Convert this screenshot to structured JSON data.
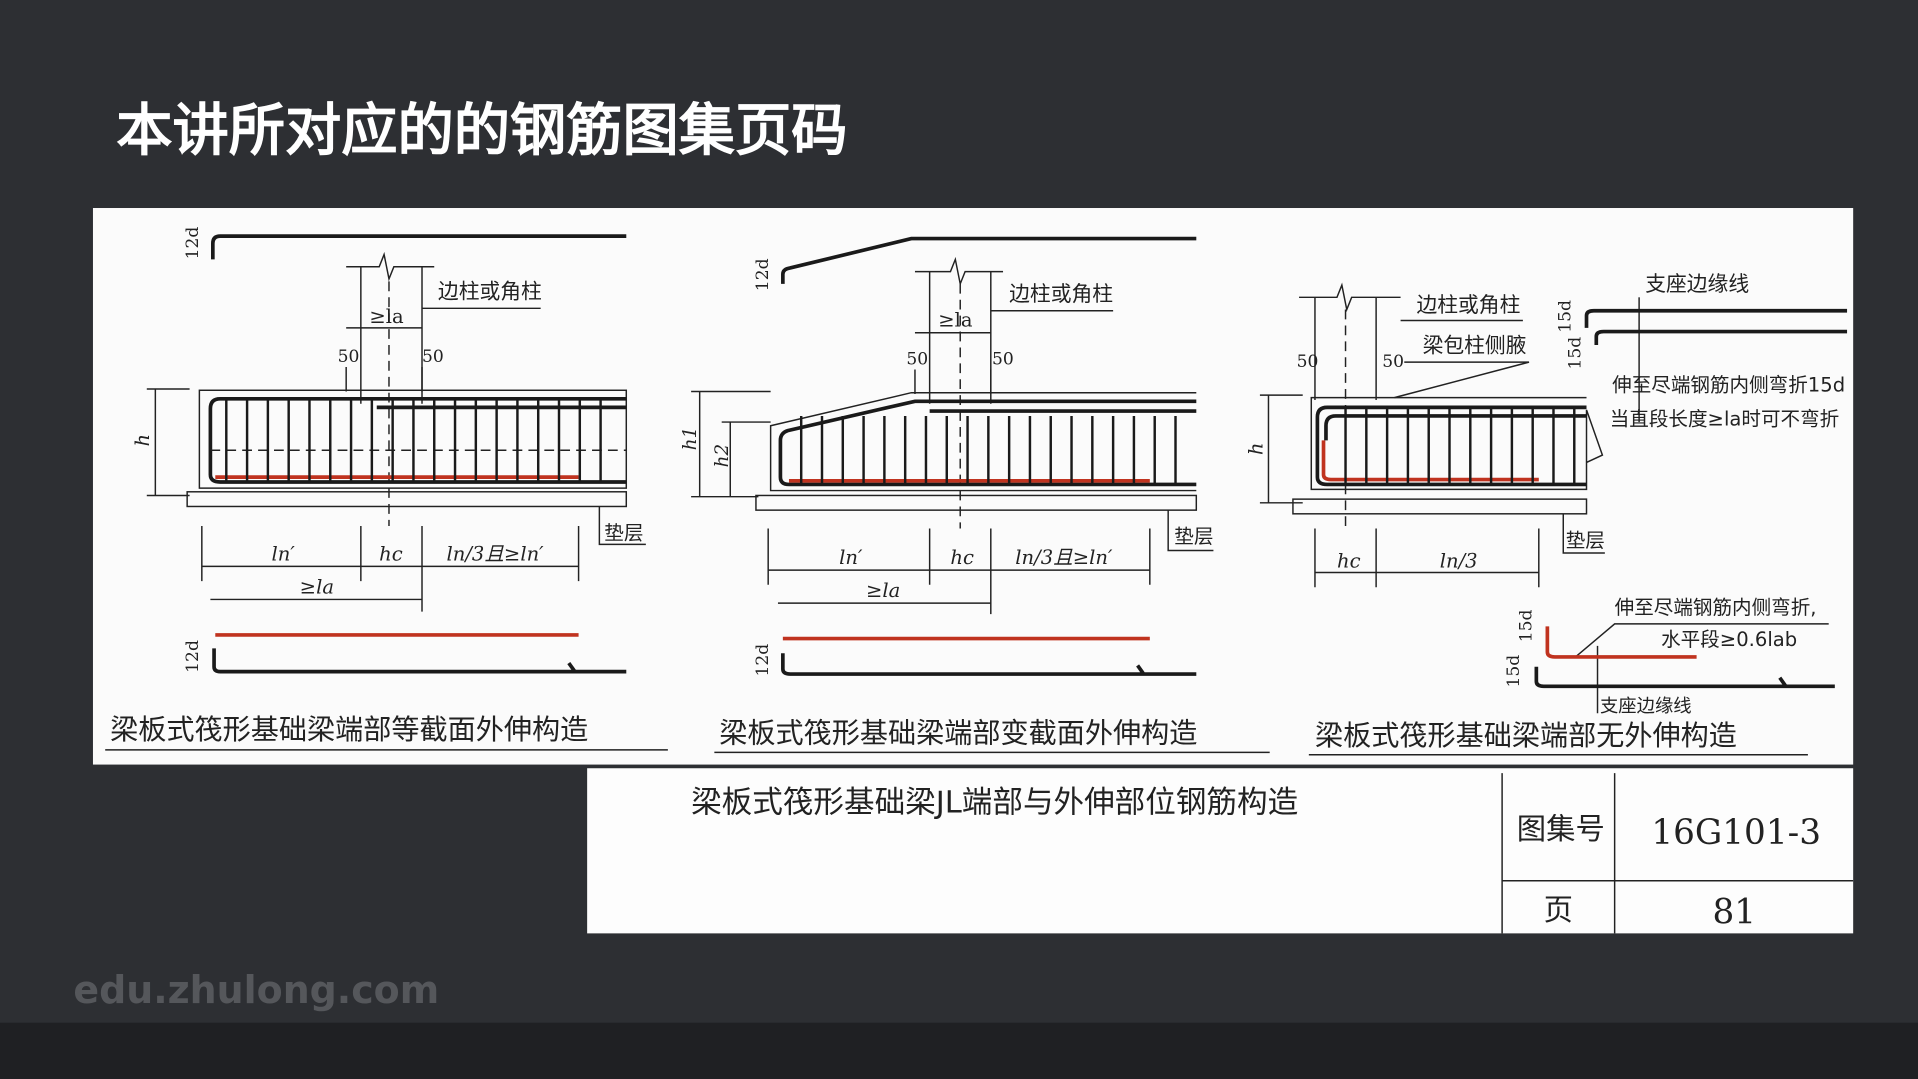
{
  "slide": {
    "title": "本讲所对应的的钢筋图集页码",
    "watermark": "edu.zhulong.com",
    "colors": {
      "background": "#2d2f33",
      "rebar_highlight": "#c0331f",
      "title": "#ffffff"
    }
  },
  "diagrams": [
    {
      "caption": "梁板式筏形基础梁端部等截面外伸构造",
      "labels": {
        "top_hook": "12d",
        "bottom_hook": "12d",
        "column": "边柱或角柱",
        "anchor": "≥la",
        "offset_left": "50",
        "offset_right": "50",
        "height": "h",
        "cushion": "垫层",
        "dim_ln_prime": "ln′",
        "dim_hc": "hc",
        "dim_ln3": "ln/3且≥ln′",
        "dim_la": "≥la"
      }
    },
    {
      "caption": "梁板式筏形基础梁端部变截面外伸构造",
      "labels": {
        "top_hook": "12d",
        "bottom_hook": "12d",
        "column": "边柱或角柱",
        "anchor": "≥la",
        "offset_left": "50",
        "offset_right": "50",
        "height1": "h1",
        "height2": "h2",
        "cushion": "垫层",
        "dim_ln_prime": "ln′",
        "dim_hc": "hc",
        "dim_ln3": "ln/3且≥ln′",
        "dim_la": "≥la"
      }
    },
    {
      "caption": "梁板式筏形基础梁端部无外伸构造",
      "labels": {
        "column": "边柱或角柱",
        "haunch": "梁包柱侧腋",
        "offset_left": "50",
        "offset_right": "50",
        "height": "h",
        "support_edge_top": "支座边缘线",
        "hook_top_1": "15d",
        "hook_top_2": "15d",
        "note_top_1": "伸至尽端钢筋内侧弯折15d",
        "note_top_2": "当直段长度≥la时可不弯折",
        "cushion": "垫层",
        "dim_hc": "hc",
        "dim_ln3": "ln/3",
        "note_bottom_1": "伸至尽端钢筋内侧弯折,",
        "note_bottom_2": "水平段≥0.6lab",
        "hook_bottom_1": "15d",
        "hook_bottom_2": "15d",
        "support_edge_bottom": "支座边缘线"
      }
    }
  ],
  "title_block": {
    "drawing_title": "梁板式筏形基础梁JL端部与外伸部位钢筋构造",
    "atlas_label": "图集号",
    "atlas_value": "16G101-3",
    "page_label": "页",
    "page_value": "81"
  }
}
